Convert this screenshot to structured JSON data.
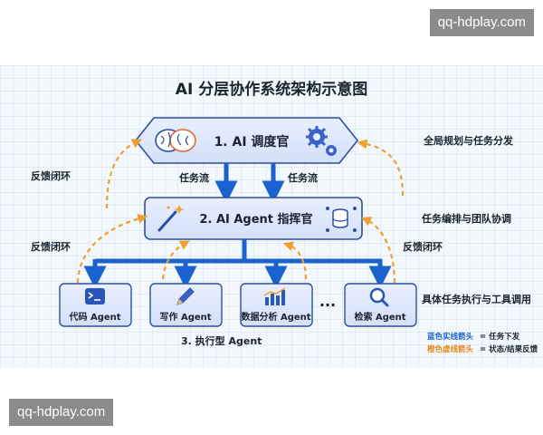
{
  "watermark": "qq-hdplay.com",
  "diagram": {
    "title": "AI 分层协作系统架构示意图",
    "layer1": {
      "label": "1. AI 调度官",
      "side_note": "全局规划与任务分发"
    },
    "layer2": {
      "label": "2. AI Agent 指挥官",
      "side_note": "任务编排与团队协调"
    },
    "layer3": {
      "label": "3. 执行型 Agent",
      "side_note": "具体任务执行与工具调用"
    },
    "task_flow": "任务流",
    "feedback": "反馈闭环",
    "ellipsis": "...",
    "agents": [
      {
        "label": "代码 Agent",
        "icon": "terminal-icon"
      },
      {
        "label": "写作 Agent",
        "icon": "pencil-icon"
      },
      {
        "label": "数据分析 Agent",
        "icon": "bar-chart-icon"
      },
      {
        "label": "检索 Agent",
        "icon": "magnifier-icon"
      }
    ],
    "legend": {
      "blue_key": "蓝色实线箭头",
      "blue_value": "= 任务下发",
      "orange_key": "橙色虚线箭头",
      "orange_value": "= 状态/结果反馈"
    },
    "colors": {
      "task_arrow": "#1a63cf",
      "feedback_arrow": "#f0a030",
      "node_fill": "#dde7fb",
      "node_stroke": "#2c4fa0"
    }
  }
}
